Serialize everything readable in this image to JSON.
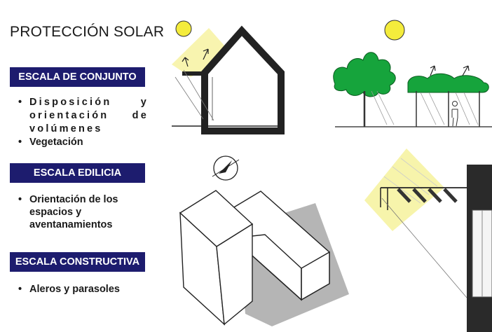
{
  "title": "PROTECCIÓN SOLAR",
  "sections": [
    {
      "heading": "ESCALA DE CONJUNTO",
      "items": [
        "Disposición y orientación de volúmenes",
        "Vegetación"
      ]
    },
    {
      "heading": "ESCALA EDILICIA",
      "items": [
        "Orientación de los espacios y aventanamientos"
      ]
    },
    {
      "heading": "ESCALA CONSTRUCTIVA",
      "items": [
        "Aleros y parasoles"
      ]
    }
  ],
  "colors": {
    "band": "#1d1c6e",
    "sun": "#f4ec3c",
    "sun_ray": "#f7f3a6",
    "shadow": "#a8a8a8",
    "ink": "#1a1a1a"
  }
}
